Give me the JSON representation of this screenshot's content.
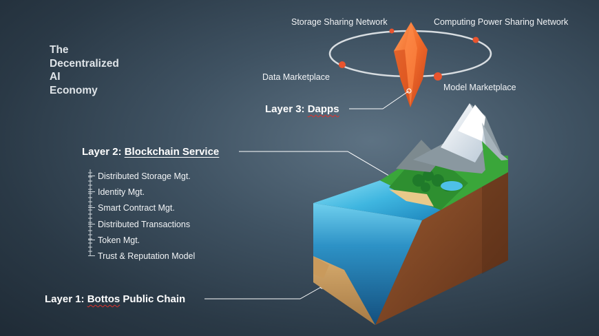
{
  "title": {
    "lines": [
      "The",
      "Decentralized",
      "AI",
      "Economy"
    ]
  },
  "network": {
    "storage": "Storage Sharing Network",
    "computing": "Computing Power Sharing Network",
    "data_market": "Data Marketplace",
    "model_market": "Model Marketplace"
  },
  "layers": {
    "layer3_prefix": "Layer 3: ",
    "layer3_name": "Dapps",
    "layer2_prefix": "Layer 2: ",
    "layer2_name": "Blockchain Service",
    "layer1_prefix": "Layer 1: ",
    "layer1_name": "Bottos",
    "layer1_suffix": " Public Chain"
  },
  "services": [
    "Distributed Storage Mgt.",
    "Identity Mgt.",
    "Smart Contract Mgt.",
    "Distributed Transactions",
    "Token Mgt.",
    "Trust & Reputation Model"
  ],
  "colors": {
    "orbit_node": "#e8542e",
    "crystal": "#f06a2a",
    "water": "#3fb6e0",
    "soil": "#8a4d2a",
    "grass": "#3aa63a"
  }
}
